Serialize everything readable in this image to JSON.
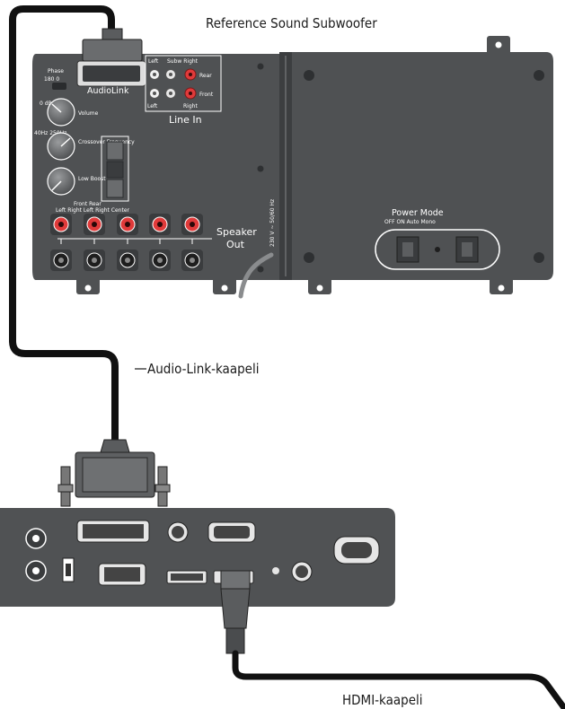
{
  "title": "Reference Sound Subwoofer",
  "labels": {
    "audiolink_cable": "Audio-Link-kaapeli",
    "hdmi_cable": "HDMI-kaapeli"
  },
  "subwoofer": {
    "audiolink_port": "AudioLink",
    "phase": "Phase",
    "phase_values": "180 0",
    "volume": "Volume",
    "volume_scale": "0 dB",
    "crossover": "Crossover Frequency",
    "crossover_values": "40Hz  250Hz",
    "low_boost": "Low Boost",
    "front_rear": "Front Rear",
    "speaker_channels": "Left Right Left Right Center",
    "line_in": "Line In",
    "line_in_left": "Left",
    "line_in_right": "Right",
    "line_in_top": "Subw Right",
    "line_in_rear": "Rear",
    "line_in_front": "Front",
    "speaker_out_1": "Speaker",
    "speaker_out_2": "Out",
    "voltage": "230 V ~ 50/60 Hz",
    "power_mode": "Power Mode",
    "power_mode_options": "OFF ON Auto Mono"
  },
  "colors": {
    "panel": "#4f5153",
    "panel_edge": "#3e4042",
    "device": "#505254",
    "cable": "#111111",
    "jack_red": "#e03a3a",
    "label_text": "#1a1a1a"
  }
}
